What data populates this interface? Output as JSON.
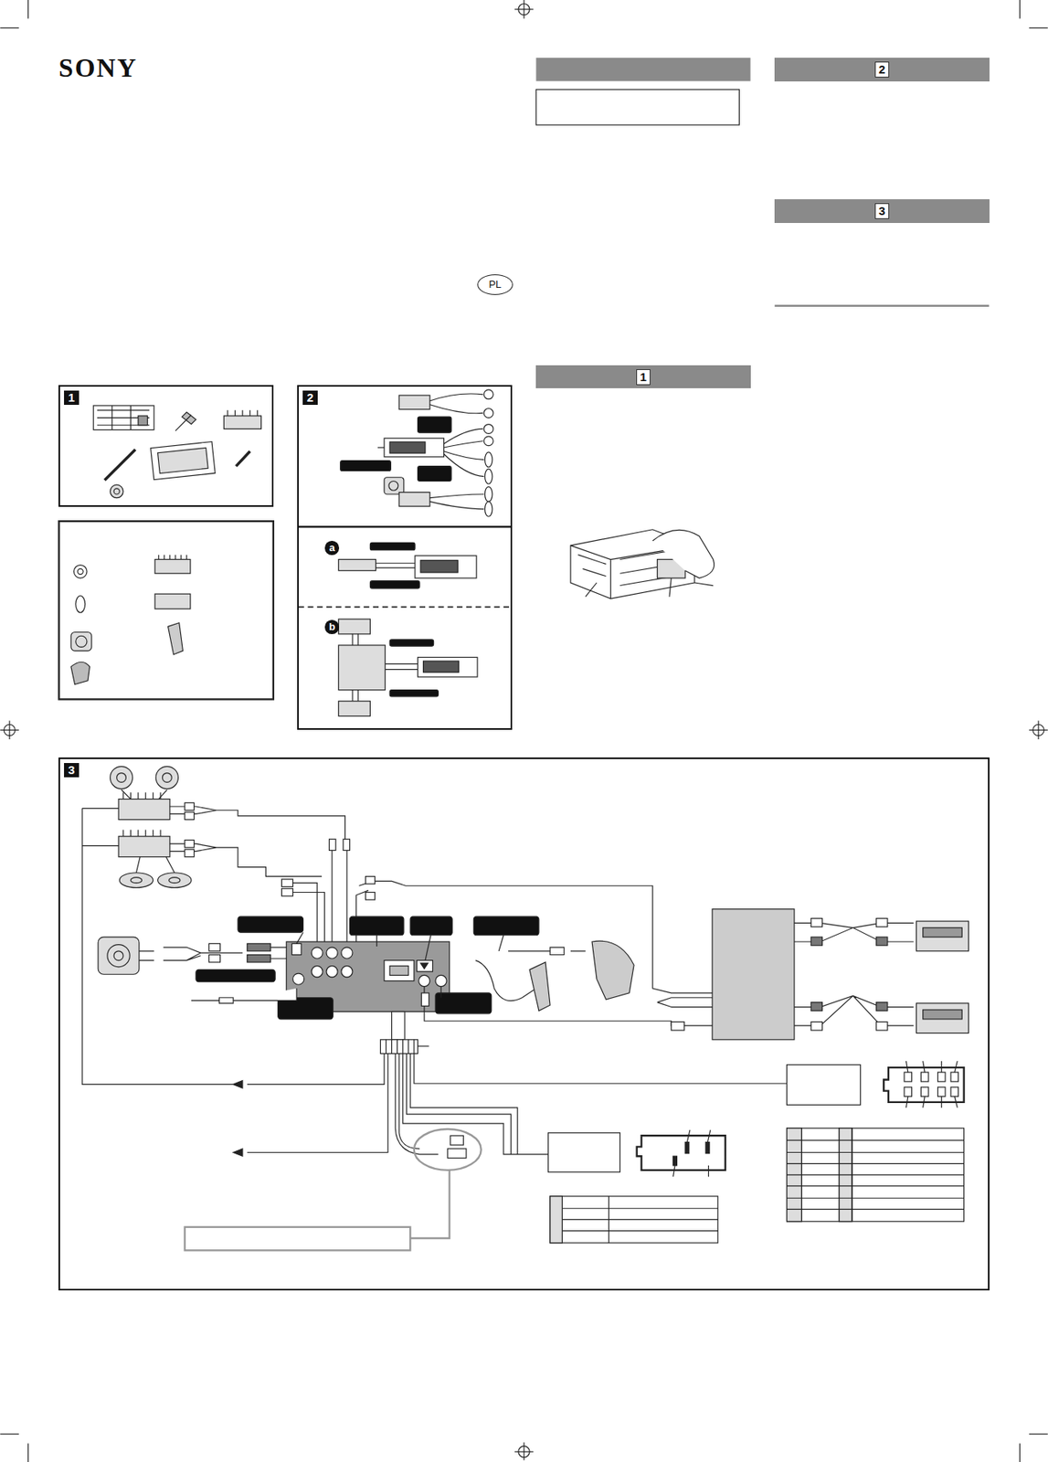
{
  "diagram": {
    "nodes": [
      {
        "text": [
          "PL"
        ]
      },
      {
        "text": [
          "2"
        ]
      },
      {
        "text": [
          "3"
        ]
      },
      {
        "text": [
          "1"
        ]
      },
      {
        "text": [
          "1"
        ]
      },
      {
        "text": [
          "2"
        ]
      },
      {
        "text": [
          "a"
        ],
        "in": 5
      },
      {
        "text": [
          "b"
        ],
        "in": 5
      },
      {
        "text": [
          "3"
        ]
      }
    ],
    "labels": [
      "SONY"
    ]
  }
}
